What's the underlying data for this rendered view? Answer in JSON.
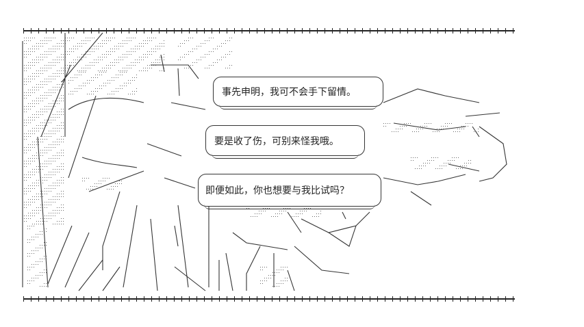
{
  "dialogue": [
    "事先申明，我可不会手下留情。",
    "要是收了伤，可别来怪我哦。",
    "即便如此，你也想要与我比试吗？"
  ]
}
